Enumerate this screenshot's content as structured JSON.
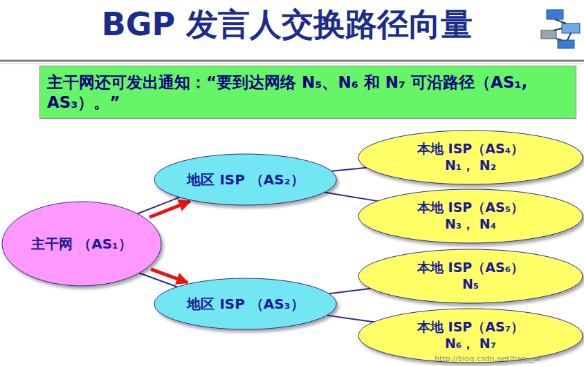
{
  "diagram": {
    "title": "BGP 发言人交换路径向量",
    "nodes": [
      {
        "text": [
          "主干网还可发出通知：“要到达网络 N₅、N₆ 和 N₇ 可沿路径（AS₁, AS₃）。”"
        ]
      },
      {
        "text": [
          "主干网 （AS₁）"
        ]
      },
      {
        "text": [
          "地区 ISP （AS₂）"
        ]
      },
      {
        "text": [
          "地区 ISP （AS₃）"
        ]
      },
      {
        "text": [
          "本地 ISP（AS₄）",
          "N₁， N₂"
        ]
      },
      {
        "text": [
          "本地 ISP（AS₅）",
          "N₃， N₄"
        ]
      },
      {
        "text": [
          "本地 ISP（AS₆）",
          "N₅"
        ]
      },
      {
        "text": [
          "本地 ISP（AS₇）",
          "N₆， N₇"
        ]
      }
    ],
    "edges": [
      {
        "from": 1,
        "to": 2,
        "arrow": "to"
      },
      {
        "from": 1,
        "to": 3,
        "arrow": "to"
      },
      {
        "from": 1,
        "to": 2,
        "arrow": "none"
      },
      {
        "from": 1,
        "to": 3,
        "arrow": "none"
      },
      {
        "from": 2,
        "to": 4,
        "arrow": "none"
      },
      {
        "from": 2,
        "to": 5,
        "arrow": "none"
      },
      {
        "from": 3,
        "to": 6,
        "arrow": "none"
      },
      {
        "from": 3,
        "to": 7,
        "arrow": "none"
      }
    ],
    "labels": [
      "http://blog.csdn.net/tian__si"
    ]
  }
}
